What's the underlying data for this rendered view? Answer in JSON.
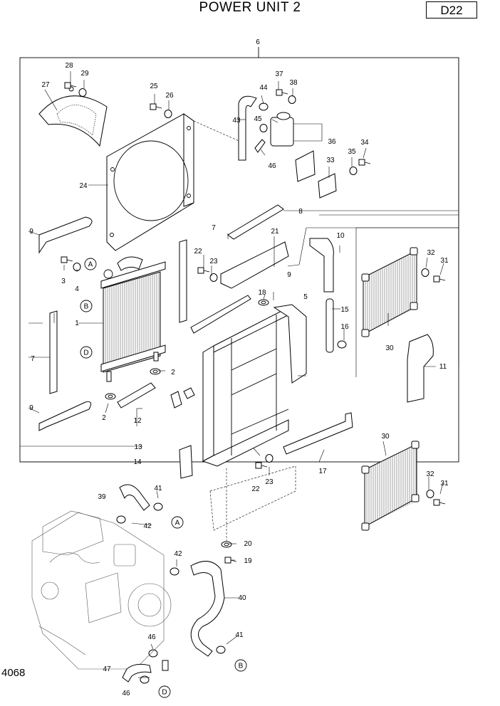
{
  "header": {
    "title": "POWER UNIT 2",
    "page_code": "D22"
  },
  "footer": {
    "drawing_code": "4068"
  },
  "callouts": [
    "1",
    "2",
    "2",
    "3",
    "4",
    "5",
    "6",
    "7",
    "7",
    "8",
    "9",
    "9",
    "9",
    "10",
    "11",
    "12",
    "13",
    "14",
    "15",
    "16",
    "17",
    "18",
    "19",
    "20",
    "21",
    "22",
    "22",
    "23",
    "23",
    "24",
    "25",
    "26",
    "27",
    "28",
    "29",
    "30",
    "30",
    "31",
    "31",
    "32",
    "32",
    "33",
    "34",
    "35",
    "36",
    "37",
    "38",
    "39",
    "40",
    "41",
    "41",
    "42",
    "42",
    "43",
    "44",
    "45",
    "46",
    "46",
    "46",
    "47"
  ],
  "refs": [
    "A",
    "A",
    "B",
    "B",
    "D",
    "D"
  ]
}
